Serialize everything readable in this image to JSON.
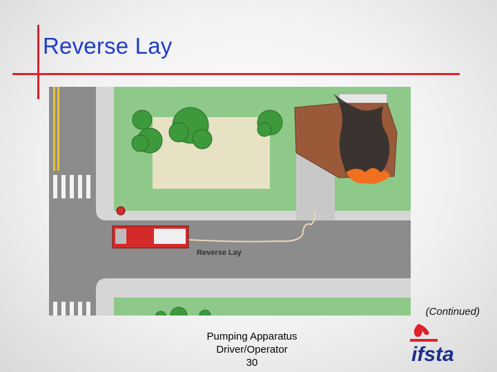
{
  "slide": {
    "title": "Reverse Lay",
    "continued": "(Continued)"
  },
  "diagram": {
    "label": "Reverse Lay",
    "icons": [
      "fire-engine-icon",
      "hydrant-icon",
      "house-icon",
      "fire-icon",
      "smoke-icon",
      "tree-icon",
      "hose-icon"
    ]
  },
  "footer": {
    "line1": "Pumping Apparatus",
    "line2": "Driver/Operator",
    "page_number": "30"
  },
  "logo": {
    "text": "ifsta"
  },
  "colors": {
    "title": "#1f3ec9",
    "rule": "#e0202a",
    "road": "#8a8a8a",
    "lawn": "#8fc98a",
    "roof": "#9a5a3a",
    "engine": "#d42a2a"
  }
}
